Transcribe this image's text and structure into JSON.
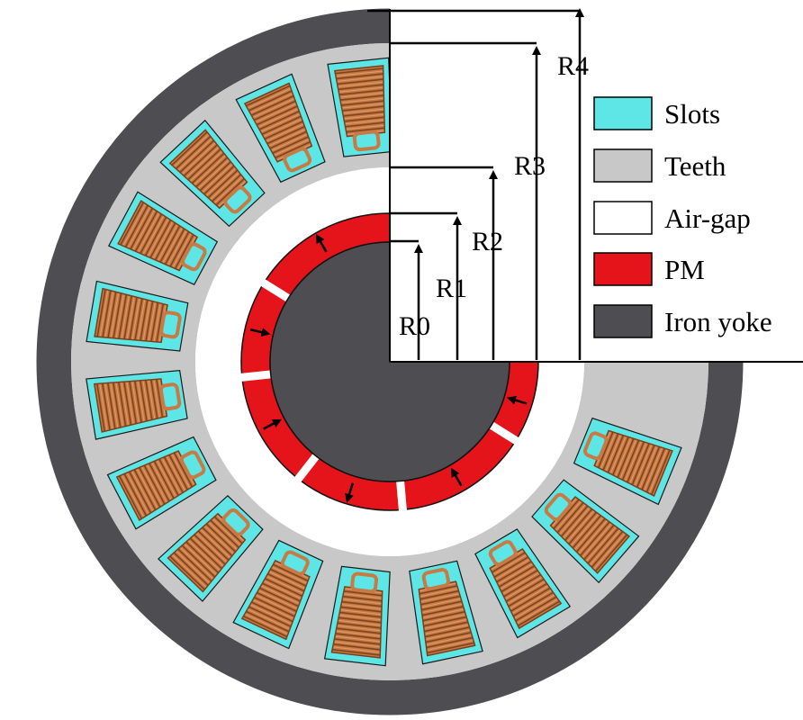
{
  "radius_labels": [
    "R0",
    "R1",
    "R2",
    "R3",
    "R4"
  ],
  "legend": [
    {
      "label": "Slots",
      "color": "#5ee6e6"
    },
    {
      "label": "Teeth",
      "color": "#c8c8c8"
    },
    {
      "label": "Air-gap",
      "color": "#ffffff"
    },
    {
      "label": "PM",
      "color": "#e5141b"
    },
    {
      "label": "Iron yoke",
      "color": "#4d4d52"
    }
  ],
  "colors": {
    "iron_yoke": "#4d4d52",
    "teeth": "#c8c8c8",
    "slots": "#5ee6e6",
    "air_gap": "#ffffff",
    "pm": "#e5141b",
    "winding": "#c87a45",
    "winding_line": "#7a3f1a"
  }
}
